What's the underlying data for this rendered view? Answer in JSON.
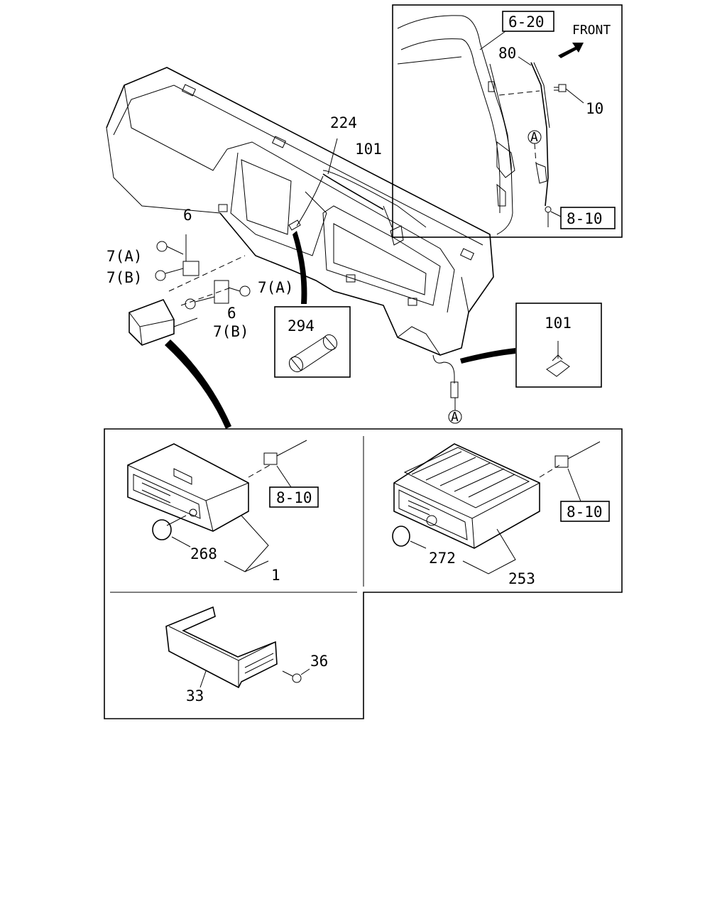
{
  "labels": {
    "ref_6_20": "6-20",
    "front": "FRONT",
    "p80": "80",
    "p10": "10",
    "circle_a": "A",
    "ref_8_10_top": "8-10",
    "p224": "224",
    "p101": "101",
    "p6_top": "6",
    "p7a_left": "7(A)",
    "p7b_left": "7(B)",
    "p7a_right": "7(A)",
    "p6_bottom": "6",
    "p7b_bottom": "7(B)",
    "p294": "294",
    "p101_box": "101",
    "circle_a_bottom": "A",
    "ref_8_10_left": "8-10",
    "p268": "268",
    "p1": "1",
    "ref_8_10_right": "8-10",
    "p272": "272",
    "p253": "253",
    "p36": "36",
    "p33": "33"
  }
}
